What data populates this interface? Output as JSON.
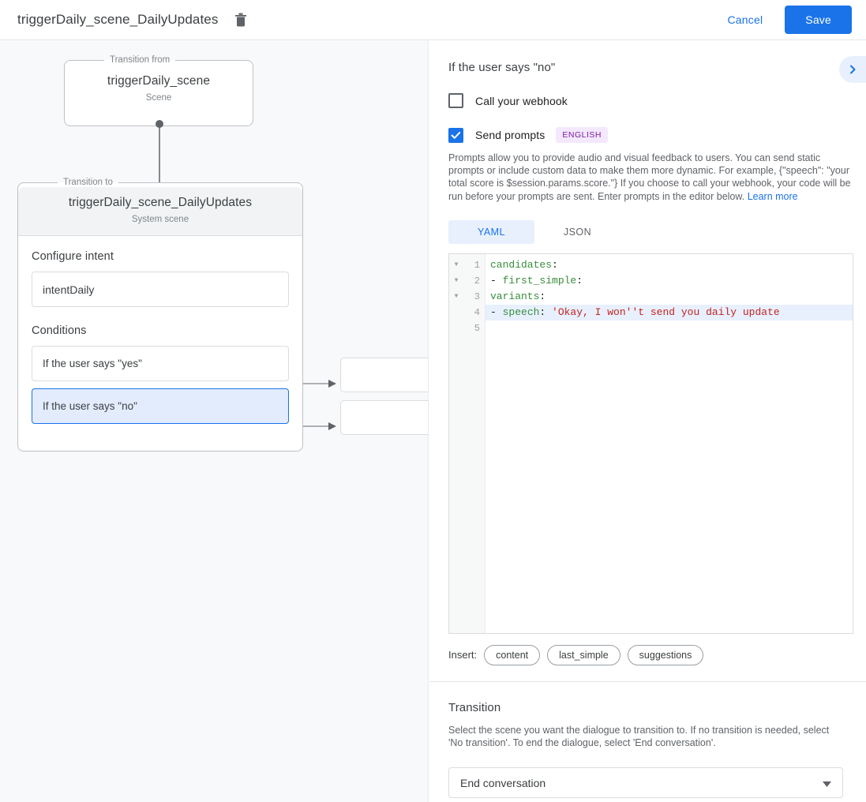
{
  "topbar": {
    "title": "triggerDaily_scene_DailyUpdates",
    "delete_icon": "trash-icon",
    "cancel_label": "Cancel",
    "save_label": "Save",
    "save_color": "#1a73e8"
  },
  "canvas": {
    "transition_from": {
      "legend": "Transition from",
      "name": "triggerDaily_scene",
      "type": "Scene"
    },
    "transition_to": {
      "legend": "Transition to",
      "name": "triggerDaily_scene_DailyUpdates",
      "type": "System scene",
      "intent_section_label": "Configure intent",
      "intent_value": "intentDaily",
      "conditions_label": "Conditions",
      "conditions": [
        {
          "label": "If the user says \"yes\"",
          "selected": false
        },
        {
          "label": "If the user says \"no\"",
          "selected": true
        }
      ]
    }
  },
  "panel": {
    "title": "If the user says \"no\"",
    "expand_icon": "chevron-right-icon",
    "webhook": {
      "label": "Call your webhook",
      "checked": false
    },
    "prompts": {
      "label": "Send prompts",
      "checked": true,
      "language_badge": "ENGLISH",
      "badge_color": "#7b1fa2",
      "description": "Prompts allow you to provide audio and visual feedback to users. You can send static prompts or include custom data to make them more dynamic. For example, {\"speech\": \"your total score is $session.params.score.\"} If you choose to call your webhook, your code will be run before your prompts are sent. Enter prompts in the editor below.",
      "learn_more": "Learn more"
    },
    "editor": {
      "tabs": [
        {
          "label": "YAML",
          "active": true
        },
        {
          "label": "JSON",
          "active": false
        }
      ],
      "lines": [
        {
          "num": "1",
          "fold": true,
          "highlight": false,
          "key": "candidates",
          "punct": ":",
          "indent": "",
          "dash": "",
          "value": ""
        },
        {
          "num": "2",
          "fold": true,
          "highlight": false,
          "key": "first_simple",
          "punct": ":",
          "indent": "  ",
          "dash": "- ",
          "value": ""
        },
        {
          "num": "3",
          "fold": true,
          "highlight": false,
          "key": "variants",
          "punct": ":",
          "indent": "      ",
          "dash": "",
          "value": ""
        },
        {
          "num": "4",
          "fold": false,
          "highlight": true,
          "key": "speech",
          "punct": ": ",
          "indent": "        ",
          "dash": "- ",
          "value": "'Okay, I won''t send you daily update"
        },
        {
          "num": "5",
          "fold": false,
          "highlight": false,
          "key": "",
          "punct": "",
          "indent": "",
          "dash": "",
          "value": ""
        }
      ],
      "insert_label": "Insert:",
      "insert_chips": [
        "content",
        "last_simple",
        "suggestions"
      ]
    },
    "transition": {
      "title": "Transition",
      "description": "Select the scene you want the dialogue to transition to. If no transition is needed, select 'No transition'. To end the dialogue, select 'End conversation'.",
      "selected_value": "End conversation",
      "caret_icon": "chevron-down-icon"
    }
  }
}
